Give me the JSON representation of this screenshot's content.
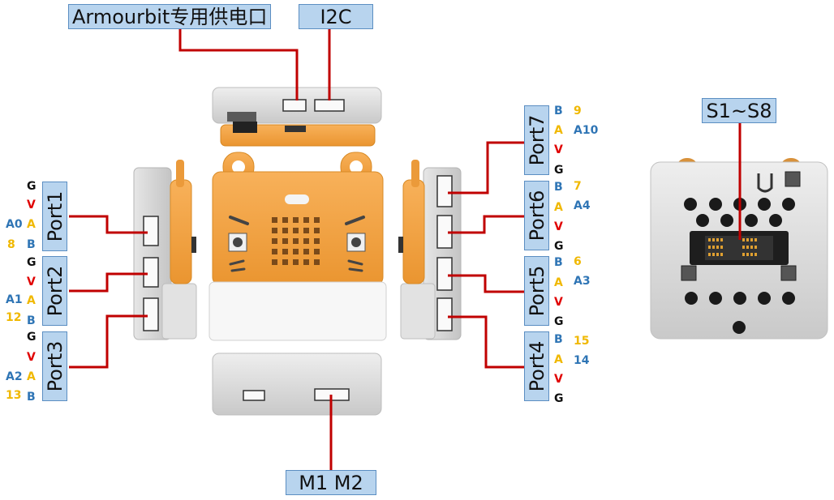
{
  "labels": {
    "power": "Armourbit专用供电口",
    "i2c": "I2C",
    "motor": "M1 M2",
    "servo": "S1~S8",
    "port1": "Port1",
    "port2": "Port2",
    "port3": "Port3",
    "port4": "Port4",
    "port5": "Port5",
    "port6": "Port6",
    "port7": "Port7"
  },
  "pins": {
    "g": "G",
    "v": "V",
    "a": "A",
    "b": "B",
    "port1": {
      "a_num": "A0",
      "b_num": "8"
    },
    "port2": {
      "a_num": "A1",
      "b_num": "12"
    },
    "port3": {
      "a_num": "A2",
      "b_num": "13"
    },
    "port7": {
      "b_num": "9",
      "a_num": "A10"
    },
    "port6": {
      "b_num": "7",
      "a_num": "A4"
    },
    "port5": {
      "b_num": "6",
      "a_num": "A3"
    },
    "port4": {
      "b_num": "15",
      "a_num": "14"
    }
  },
  "colors": {
    "wire": "#c00000",
    "label_fill": "#b8d4ee",
    "label_border": "#5b8ec2",
    "pin_g": "#111111",
    "pin_v": "#e00000",
    "pin_a": "#f0b800",
    "pin_b": "#2f75b5",
    "case_orange": "#f5a340",
    "case_grey": "#d8d8d8"
  }
}
